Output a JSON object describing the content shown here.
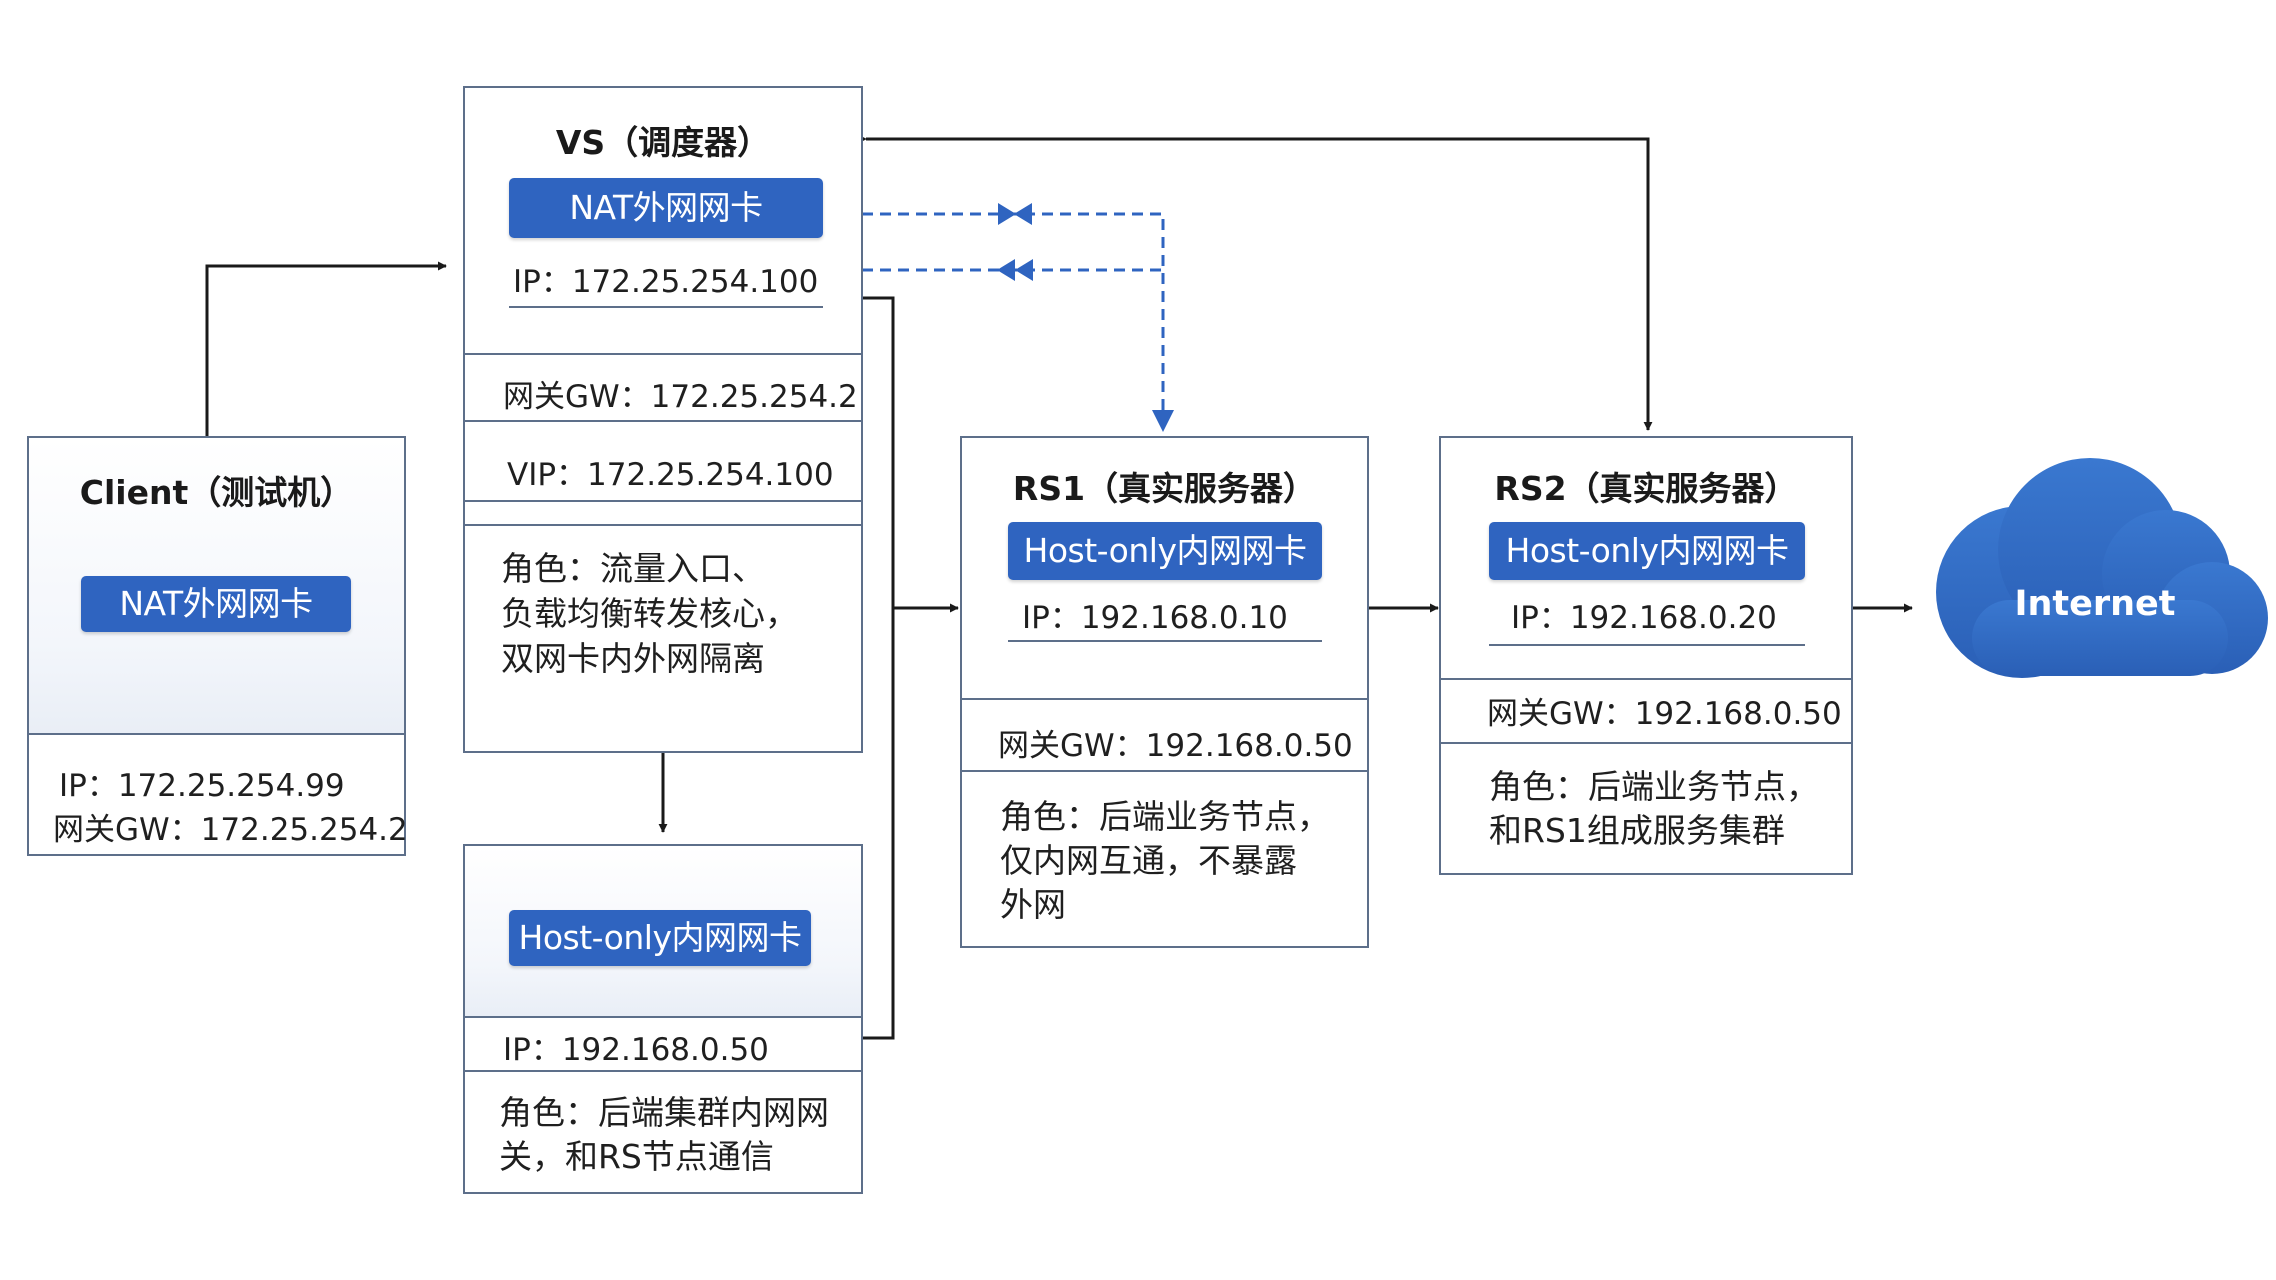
{
  "client": {
    "title": "Client（测试机）",
    "nic": "NAT外网网卡",
    "ip": "IP：172.25.254.99",
    "gw": "网关GW：172.25.254.2"
  },
  "vs": {
    "title": "VS（调度器）",
    "nic_nat": "NAT外网网卡",
    "ip_nat": "IP：172.25.254.100",
    "gw": "网关GW：172.25.254.2",
    "vip": "VIP：172.25.254.100",
    "role_lines": [
      "角色：流量入口、",
      "负载均衡转发核心，",
      "双网卡内外网隔离"
    ]
  },
  "vs_hostonly": {
    "nic": "Host-only内网网卡",
    "ip": "IP：192.168.0.50",
    "role_lines": [
      "角色：后端集群内网网",
      "关，和RS节点通信"
    ]
  },
  "rs1": {
    "title": "RS1（真实服务器）",
    "nic": "Host-only内网网卡",
    "ip": "IP：192.168.0.10",
    "gw": "网关GW：192.168.0.50",
    "role_lines": [
      "角色：后端业务节点，",
      "仅内网互通，不暴露",
      "外网"
    ]
  },
  "rs2": {
    "title": "RS2（真实服务器）",
    "nic": "Host-only内网网卡",
    "ip": "IP：192.168.0.20",
    "gw": "网关GW：192.168.0.50",
    "role_lines": [
      "角色：后端业务节点，",
      "和RS1组成服务集群"
    ]
  },
  "internet": {
    "label": "Internet"
  },
  "colors": {
    "chip": "#2f64c0",
    "border": "#5d6f8a",
    "dashed": "#2f64c0",
    "cloud": "#2f66c1"
  }
}
